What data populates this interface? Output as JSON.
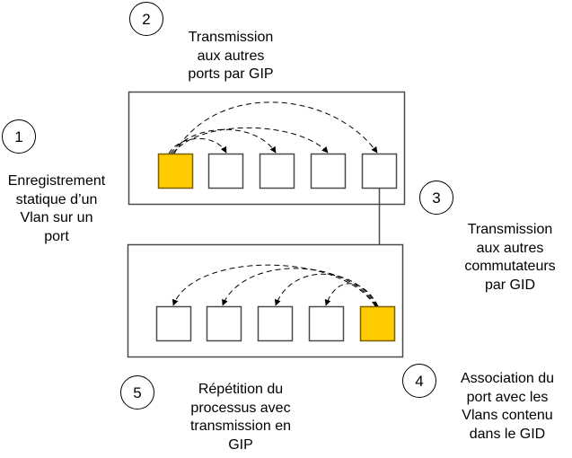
{
  "colors": {
    "active_port": "#FFCC00",
    "active_port_border": "#7A6000",
    "port_fill": "#FFFFFF",
    "border": "#4A4A4A",
    "arrow": "#000000"
  },
  "steps": [
    {
      "number": "1",
      "lines": [
        "Enregistrement",
        "statique d’un",
        "Vlan sur un",
        "port"
      ]
    },
    {
      "number": "2",
      "lines": [
        "Transmission",
        "aux autres",
        "ports par GIP"
      ]
    },
    {
      "number": "3",
      "lines": [
        "Transmission",
        "aux autres",
        "commutateurs",
        "par GID"
      ]
    },
    {
      "number": "4",
      "lines": [
        "Association du",
        "port avec les",
        "Vlans contenu",
        "dans le GID"
      ]
    },
    {
      "number": "5",
      "lines": [
        "Répétition du",
        "processus avec",
        "transmission en",
        "GIP"
      ]
    }
  ],
  "switches": [
    {
      "name": "switch-1",
      "ports": 5,
      "active_port": 1,
      "propagates_to": [
        2,
        3,
        4,
        5
      ]
    },
    {
      "name": "switch-2",
      "ports": 5,
      "active_port": 5,
      "propagates_to": [
        1,
        2,
        3,
        4
      ]
    }
  ],
  "link": {
    "from_switch": 1,
    "from_port": 5,
    "to_switch": 2,
    "to_port": 5
  }
}
